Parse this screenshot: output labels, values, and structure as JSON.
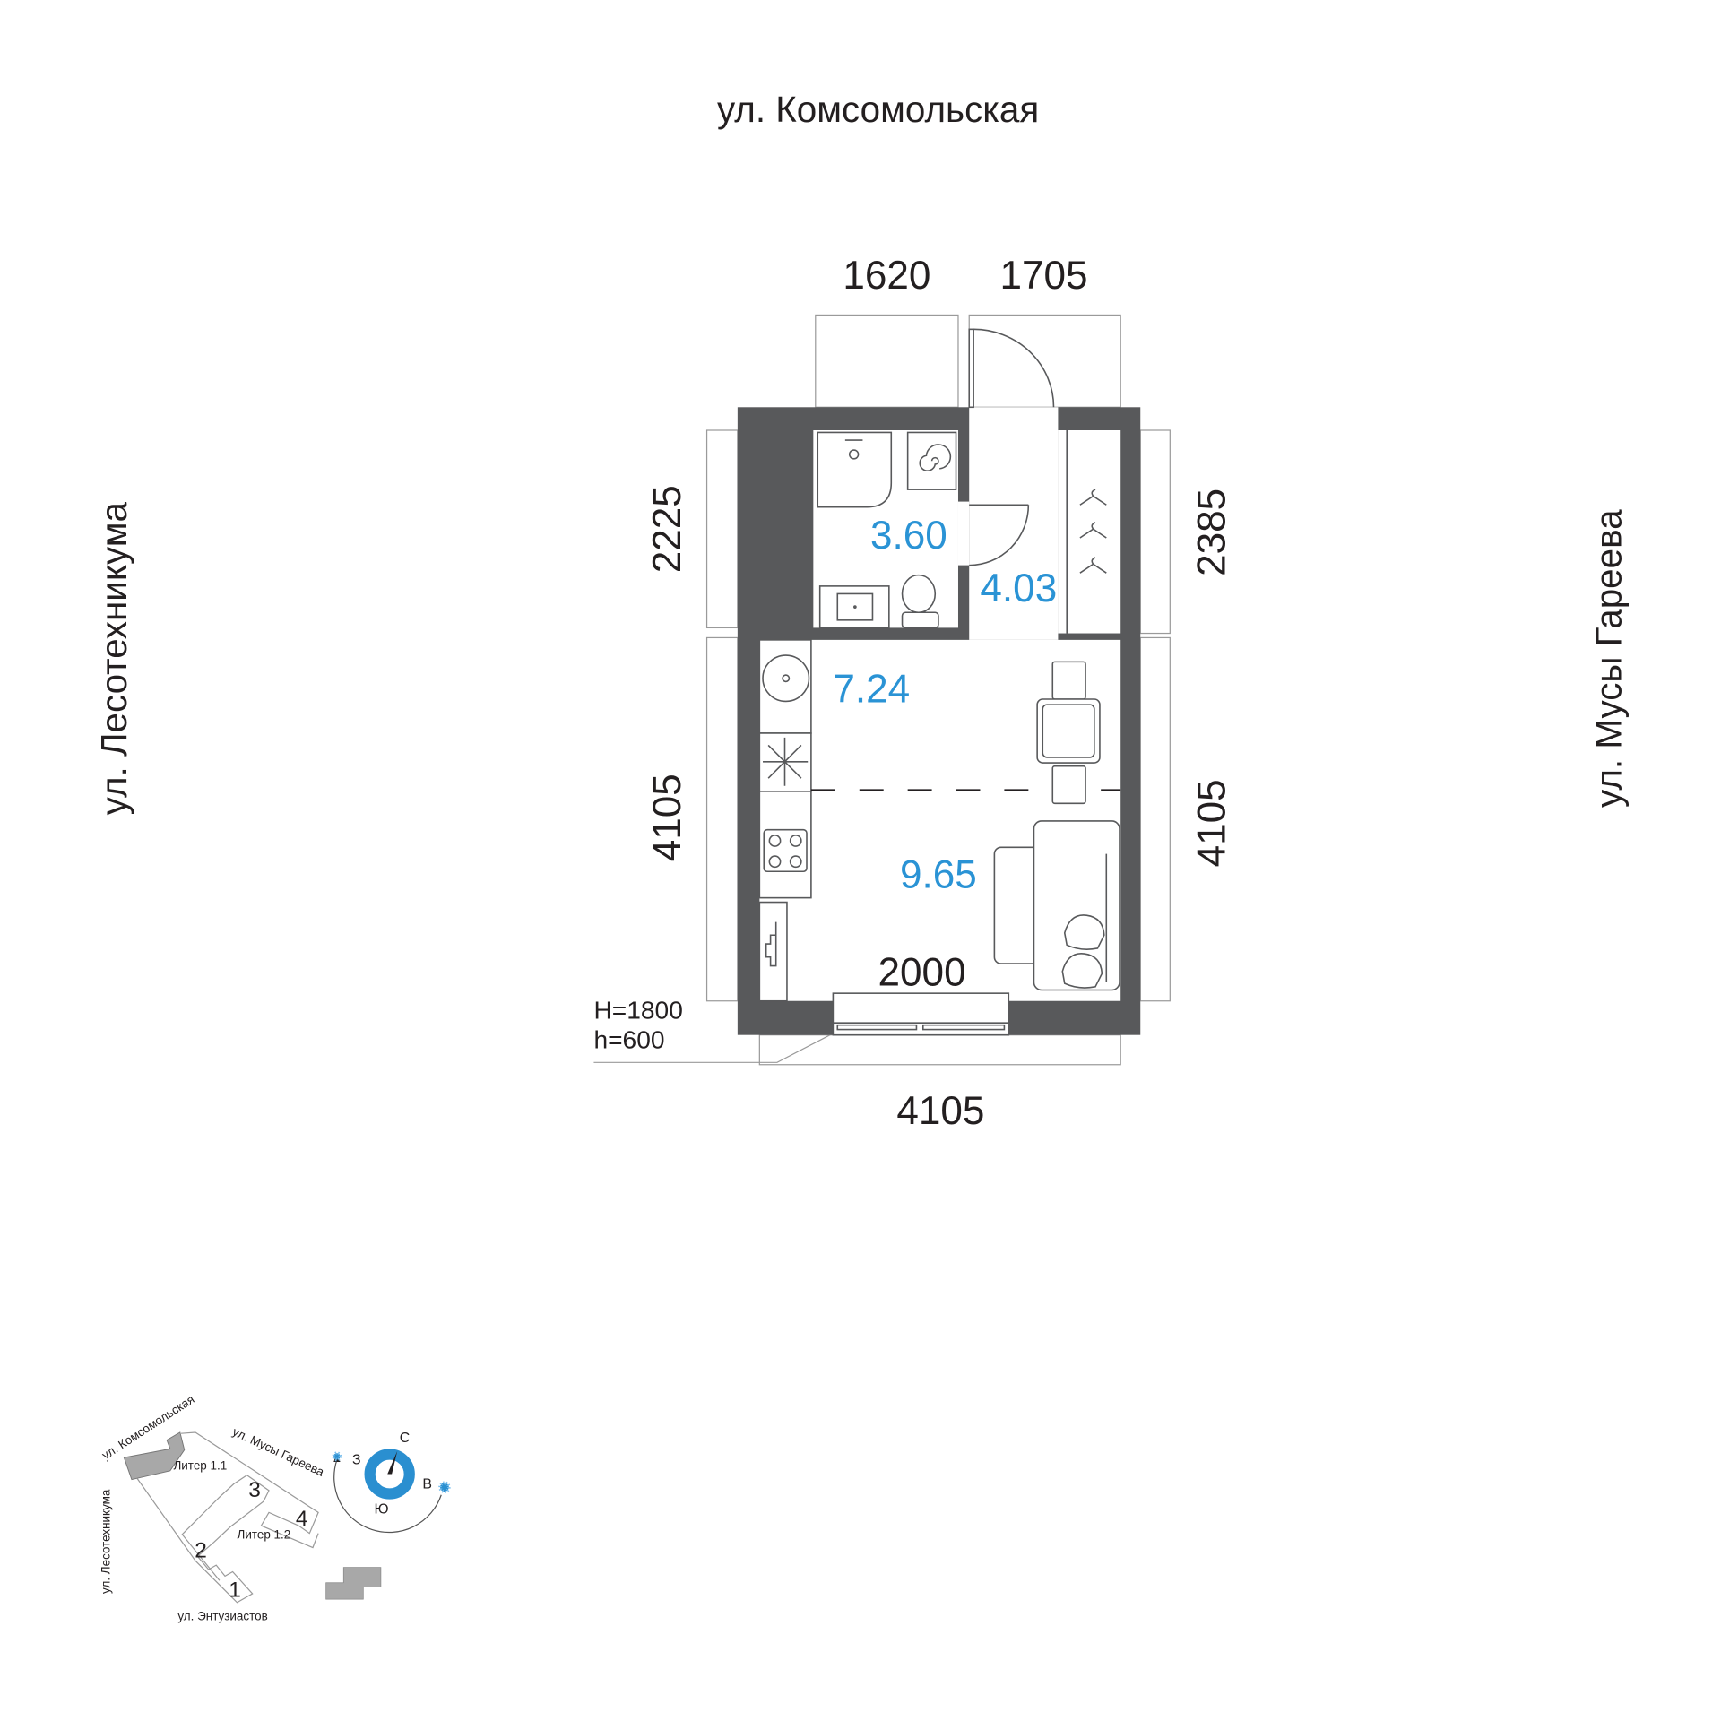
{
  "streets": {
    "top": "ул. Комсомольская",
    "left": "ул. Лесотехникума",
    "right": "ул. Мусы Гареева"
  },
  "dimensions": {
    "top_left": "1620",
    "top_right": "1705",
    "left_upper": "2225",
    "left_lower": "4105",
    "right_upper": "2385",
    "right_lower": "4105",
    "bottom": "4105",
    "window_width": "2000"
  },
  "window_heights": {
    "H": "H=1800",
    "h": "h=600"
  },
  "areas": {
    "bathroom": "3.60",
    "hallway": "4.03",
    "kitchen": "7.24",
    "living": "9.65"
  },
  "colors": {
    "wall": "#58595b",
    "area_text": "#2a93d5",
    "compass": "#2a8fd0"
  },
  "minimap": {
    "street_komsomolskaya": "ул. Комсомольская",
    "street_gareeva": "ул. Мусы Гареева",
    "street_lesotekhnikuma": "ул. Лесотехникума",
    "street_entuziastov": "ул. Энтузиастов",
    "liter_1_1": "Литер 1.1",
    "liter_1_2": "Литер 1.2",
    "sections": [
      "1",
      "2",
      "3",
      "4"
    ],
    "compass": {
      "north": "С",
      "south": "Ю",
      "west": "З",
      "east": "В"
    }
  }
}
